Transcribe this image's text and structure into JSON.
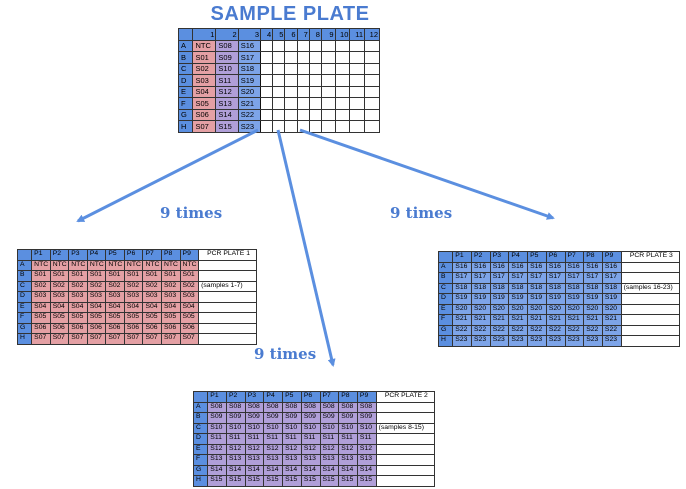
{
  "sample_plate": {
    "title": "SAMPLE PLATE",
    "columns": [
      "1",
      "2",
      "3",
      "4",
      "5",
      "6",
      "7",
      "8",
      "9",
      "10",
      "11",
      "12"
    ],
    "rows": [
      "A",
      "B",
      "C",
      "D",
      "E",
      "F",
      "G",
      "H"
    ],
    "col1": [
      "NTC",
      "S01",
      "S02",
      "S03",
      "S04",
      "S05",
      "S06",
      "S07"
    ],
    "col2": [
      "S08",
      "S09",
      "S10",
      "S11",
      "S12",
      "S13",
      "S14",
      "S15"
    ],
    "col3": [
      "S16",
      "S17",
      "S18",
      "S19",
      "S20",
      "S21",
      "S22",
      "S23"
    ]
  },
  "arrow_labels": [
    "9 times",
    "9 times",
    "9 times"
  ],
  "pcr_plates": [
    {
      "label": "PCR PLATE 1",
      "note": "(samples 1-7)",
      "color": "#e4a0a4",
      "columns": [
        "P1",
        "P2",
        "P3",
        "P4",
        "P5",
        "P6",
        "P7",
        "P8",
        "P9"
      ],
      "rows": [
        "A",
        "B",
        "C",
        "D",
        "E",
        "F",
        "G",
        "H"
      ],
      "samples": [
        "NTC",
        "S01",
        "S02",
        "S03",
        "S04",
        "S05",
        "S06",
        "S07"
      ]
    },
    {
      "label": "PCR PLATE 2",
      "note": "(samples 8-15)",
      "color": "#b09fd8",
      "columns": [
        "P1",
        "P2",
        "P3",
        "P4",
        "P5",
        "P6",
        "P7",
        "P8",
        "P9"
      ],
      "rows": [
        "A",
        "B",
        "C",
        "D",
        "E",
        "F",
        "G",
        "H"
      ],
      "samples": [
        "S08",
        "S09",
        "S10",
        "S11",
        "S12",
        "S13",
        "S14",
        "S15"
      ]
    },
    {
      "label": "PCR PLATE 3",
      "note": "(samples 16-23)",
      "color": "#7da4e8",
      "columns": [
        "P1",
        "P2",
        "P3",
        "P4",
        "P5",
        "P6",
        "P7",
        "P8",
        "P9"
      ],
      "rows": [
        "A",
        "B",
        "C",
        "D",
        "E",
        "F",
        "G",
        "H"
      ],
      "samples": [
        "S16",
        "S17",
        "S18",
        "S19",
        "S20",
        "S21",
        "S22",
        "S23"
      ]
    }
  ],
  "colors": {
    "header_blue": "#5b8fe0",
    "title_blue": "#4a7bd0",
    "arrow": "#5b8fe0"
  }
}
